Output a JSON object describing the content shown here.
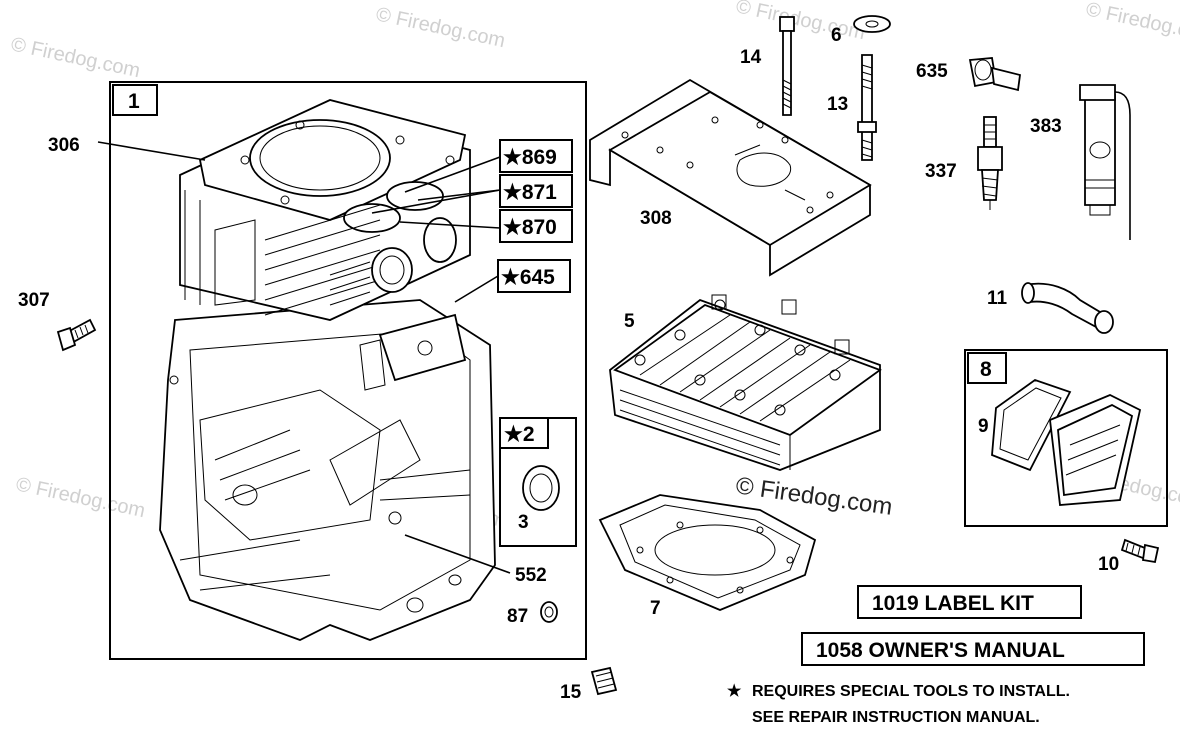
{
  "watermarks": {
    "text": "© Firedog.com",
    "center_text": "© Firedog.com"
  },
  "callouts": {
    "p1": "1",
    "p306": "306",
    "p307": "307",
    "p869": "★869",
    "p871": "★871",
    "p870": "★870",
    "p645": "★645",
    "p2": "★2",
    "p3": "3",
    "p552": "552",
    "p87": "87",
    "p15": "15",
    "p14": "14",
    "p6": "6",
    "p13": "13",
    "p308": "308",
    "p635": "635",
    "p337": "337",
    "p383": "383",
    "p11": "11",
    "p5": "5",
    "p7": "7",
    "p8": "8",
    "p9": "9",
    "p10": "10"
  },
  "boxes": {
    "label_kit": "1019 LABEL KIT",
    "owners_manual": "1058 OWNER'S MANUAL"
  },
  "note": {
    "star": "★",
    "line1": "REQUIRES SPECIAL TOOLS TO INSTALL.",
    "line2": "SEE REPAIR INSTRUCTION MANUAL."
  }
}
